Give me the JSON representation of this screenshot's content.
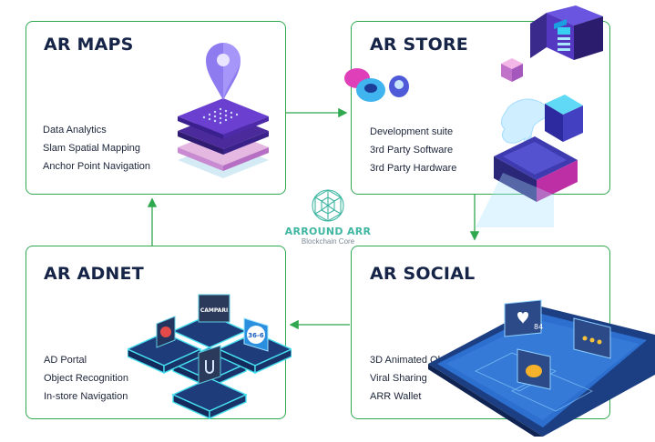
{
  "cards": {
    "maps": {
      "title": "AR MAPS",
      "items": [
        "Data Analytics",
        "Slam Spatial Mapping",
        "Anchor Point Navigation"
      ]
    },
    "store": {
      "title": "AR STORE",
      "items": [
        "Development suite",
        "3rd Party Software",
        "3rd Party Hardware"
      ]
    },
    "adnet": {
      "title": "AR ADNET",
      "items": [
        "AD Portal",
        "Object Recognition",
        "In-store Navigation"
      ]
    },
    "social": {
      "title": "AR SOCIAL",
      "items": [
        "3D Animated Objects",
        "Viral Sharing",
        "ARR Wallet"
      ]
    }
  },
  "logo": {
    "name": "ARROUND ARR",
    "subtitle": "Blockchain Core",
    "icon": "geodesic-sphere-icon"
  },
  "illustrations": {
    "adnet_tiles": [
      "CAMPARI",
      "36-6"
    ],
    "social_like_count": "84"
  },
  "colors": {
    "border": "#2fa84f",
    "title": "#162447",
    "logo": "#3fb6a2",
    "accent_purple": "#5b2bb5",
    "accent_cyan": "#3fd9f0"
  }
}
